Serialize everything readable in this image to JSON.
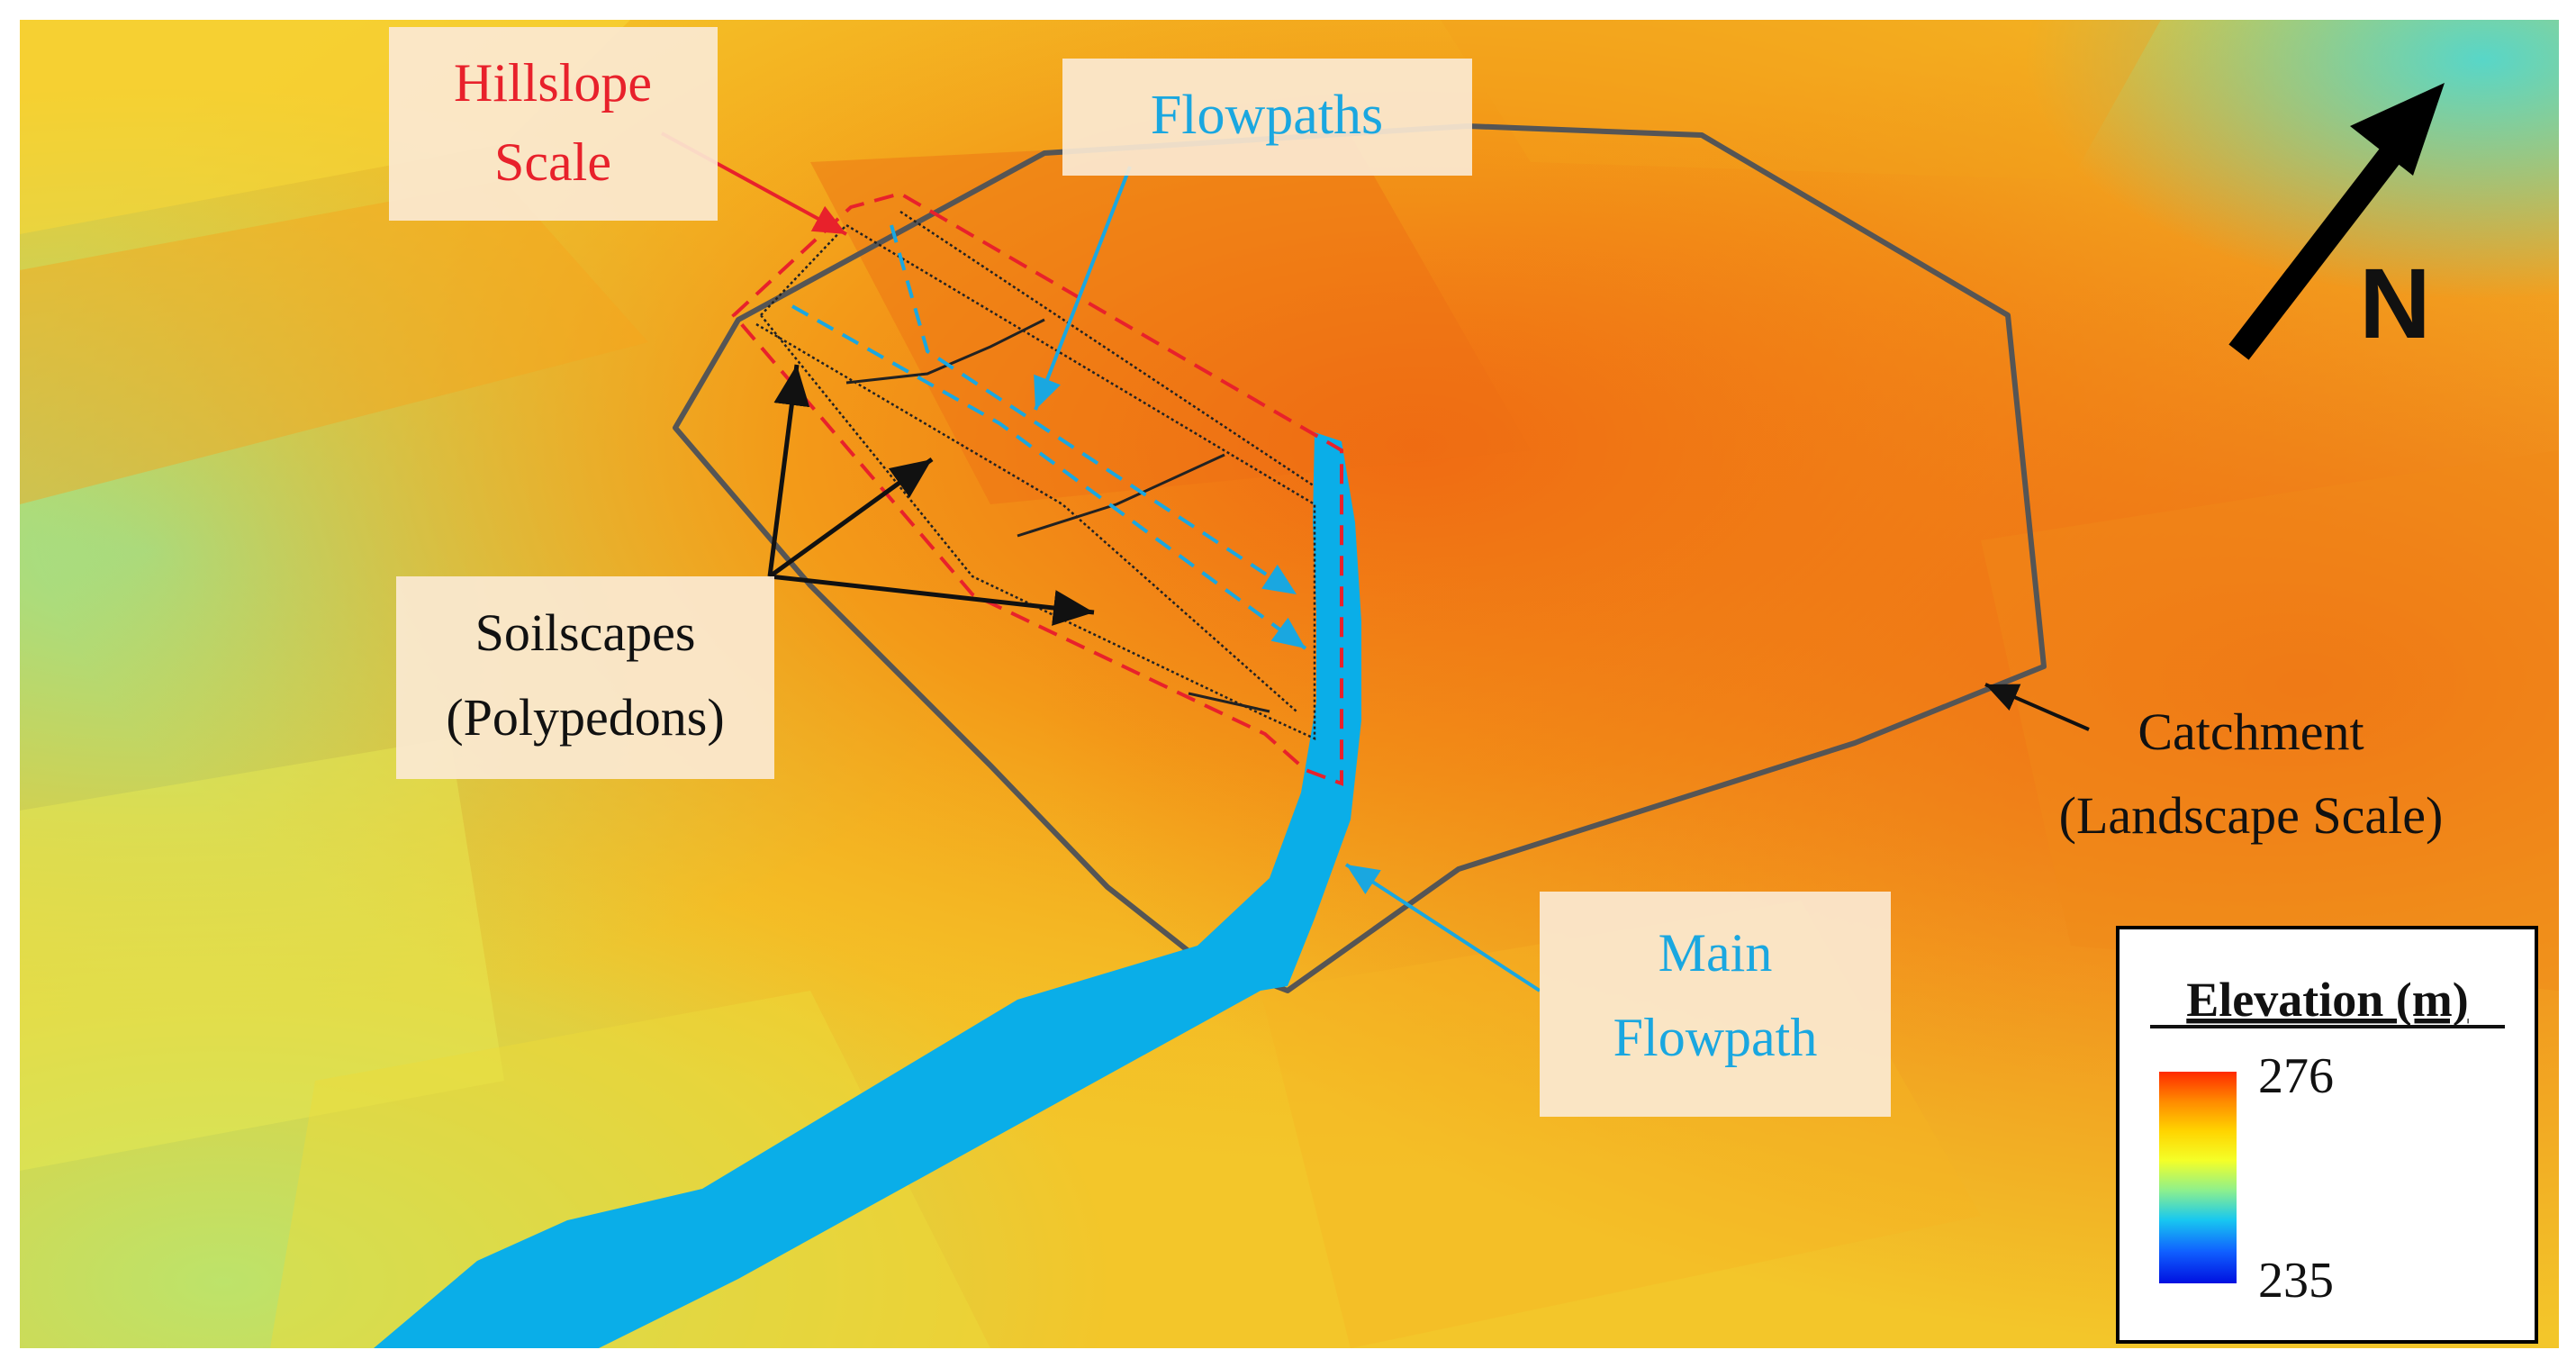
{
  "labels": {
    "hillslope_line1": "Hillslope",
    "hillslope_line2": "Scale",
    "flowpaths": "Flowpaths",
    "soilscapes_line1": "Soilscapes",
    "soilscapes_line2": "(Polypedons)",
    "catchment_line1": "Catchment",
    "catchment_line2": "(Landscape Scale)",
    "main_flowpath_line1": "Main",
    "main_flowpath_line2": "Flowpath",
    "north": "N"
  },
  "legend": {
    "title": "Elevation (m)",
    "max_label": "276",
    "min_label": "235",
    "gradient_colors": [
      "#ff2a00",
      "#ff8a00",
      "#ffd400",
      "#f4ff28",
      "#8ef08c",
      "#18c8f0",
      "#1060ff",
      "#0010e0"
    ]
  },
  "colors": {
    "hillslope_text": "#e8212b",
    "flow_text": "#1aa7e0",
    "black_text": "#111111",
    "catchment_boundary": "#555555",
    "main_flowpath_fill": "#0aaee8",
    "hillslope_outline": "#e8212b",
    "flowpath_dash": "#1aa7e0"
  },
  "icons": {
    "north_arrow": "north-arrow-icon"
  }
}
